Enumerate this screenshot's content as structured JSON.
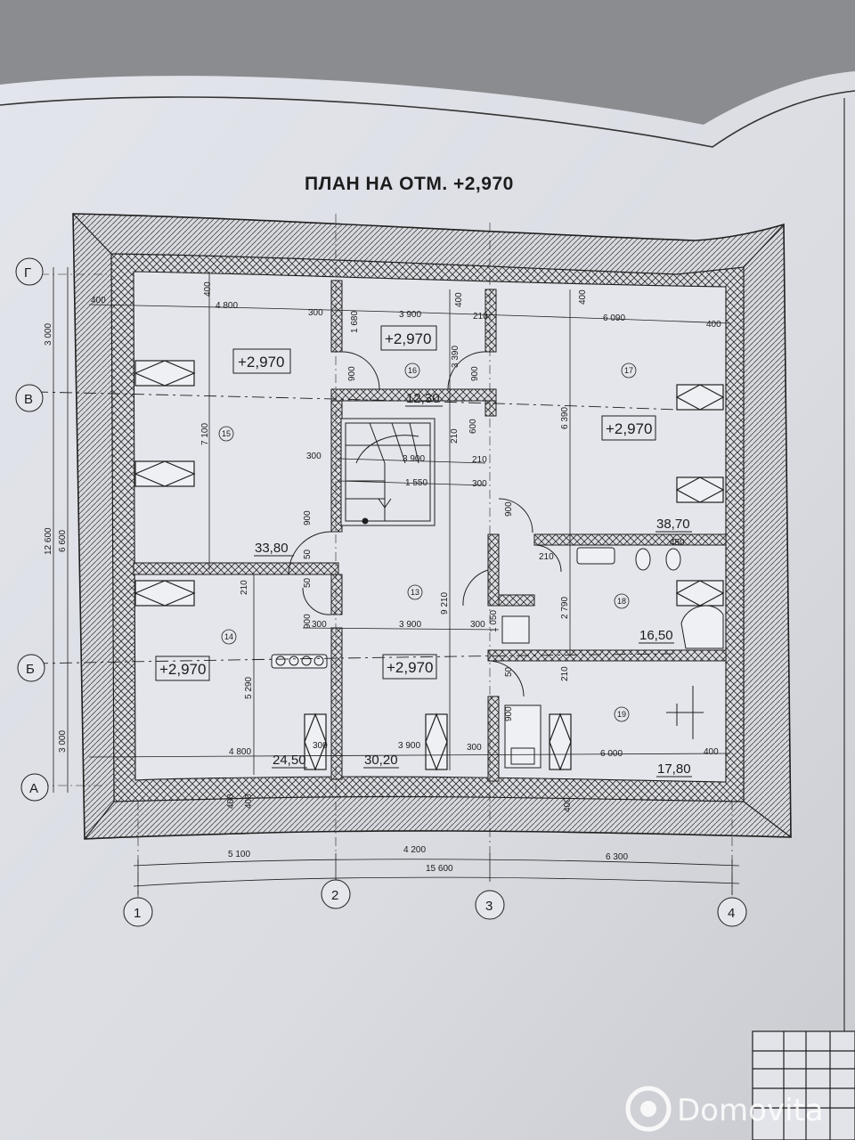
{
  "drawing": {
    "title": "ПЛАН НА ОТМ. +2,970",
    "axes": {
      "letters": [
        "Г",
        "В",
        "Б",
        "А"
      ],
      "numbers": [
        "1",
        "2",
        "3",
        "4"
      ]
    },
    "rooms": [
      {
        "number": "15",
        "level": "+2,970",
        "area": "33,80"
      },
      {
        "number": "16",
        "level": "+2,970",
        "area": "12,30"
      },
      {
        "number": "17",
        "level": "+2,970",
        "area": "38,70"
      },
      {
        "number": "14",
        "level": "+2,970",
        "area": "24,50"
      },
      {
        "number": "13",
        "level": "+2,970",
        "area": "30,20"
      },
      {
        "number": "18",
        "area": "16,50"
      },
      {
        "number": "19",
        "area": "17,80"
      }
    ],
    "dims": {
      "top_row": [
        "400",
        "4 800",
        "300",
        "3 900",
        "210",
        "6 090",
        "400"
      ],
      "second_row": [
        "3 900",
        "210",
        "1 550",
        "300"
      ],
      "middle_row": [
        "300",
        "3 900",
        "300",
        "210"
      ],
      "lower_row": [
        "4 800",
        "300",
        "3 900",
        "300",
        "6 000",
        "400"
      ],
      "bottom_chain": [
        "5 100",
        "4 200",
        "6 300"
      ],
      "bottom_total": "15 600",
      "left_chain": [
        "3 000",
        "6 600",
        "3 000"
      ],
      "left_total": "12 600",
      "vertical": [
        "400",
        "1 680",
        "400",
        "400",
        "3 390",
        "7 100",
        "6 390",
        "9 210",
        "2 790",
        "5 290",
        "1 050",
        "210",
        "210",
        "210",
        "900",
        "900",
        "900",
        "900",
        "900",
        "900",
        "600",
        "50",
        "50",
        "50",
        "300",
        "400",
        "400",
        "400",
        "450"
      ]
    }
  },
  "title_block": {},
  "watermark": "Domovita",
  "colors": {
    "paper": "#dfe1e7",
    "line": "#1f1f1f",
    "background": "#8a8c90"
  }
}
